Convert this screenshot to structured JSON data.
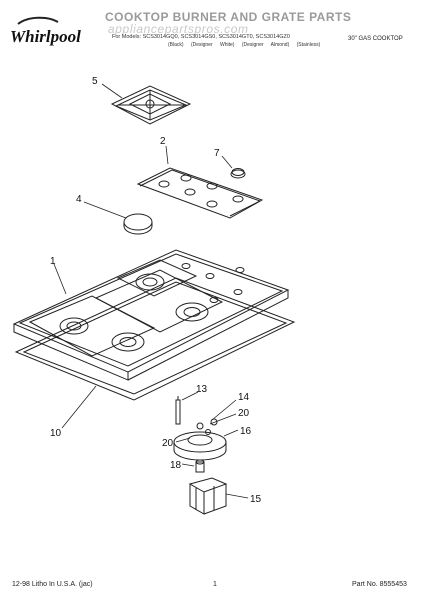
{
  "header": {
    "brand": "Whirlpool",
    "title": "COOKTOP BURNER AND GRATE PARTS",
    "watermark": "appliancepartspros.com",
    "models": "For Models: SCS3014GQ0, SCS3014GS0, SCS3014GT0, SCS3014GZ0",
    "variants": "(Black) (Designer White) (Designer Almond) (Stainless)",
    "product": "30\" GAS COOKTOP"
  },
  "callouts": [
    "5",
    "2",
    "7",
    "4",
    "1",
    "13",
    "14",
    "20",
    "16",
    "20",
    "18",
    "15",
    "10"
  ],
  "footer": {
    "left": "12-98 Litho In U.S.A. (jac)",
    "center": "1",
    "right": "Part No. 8555453"
  }
}
